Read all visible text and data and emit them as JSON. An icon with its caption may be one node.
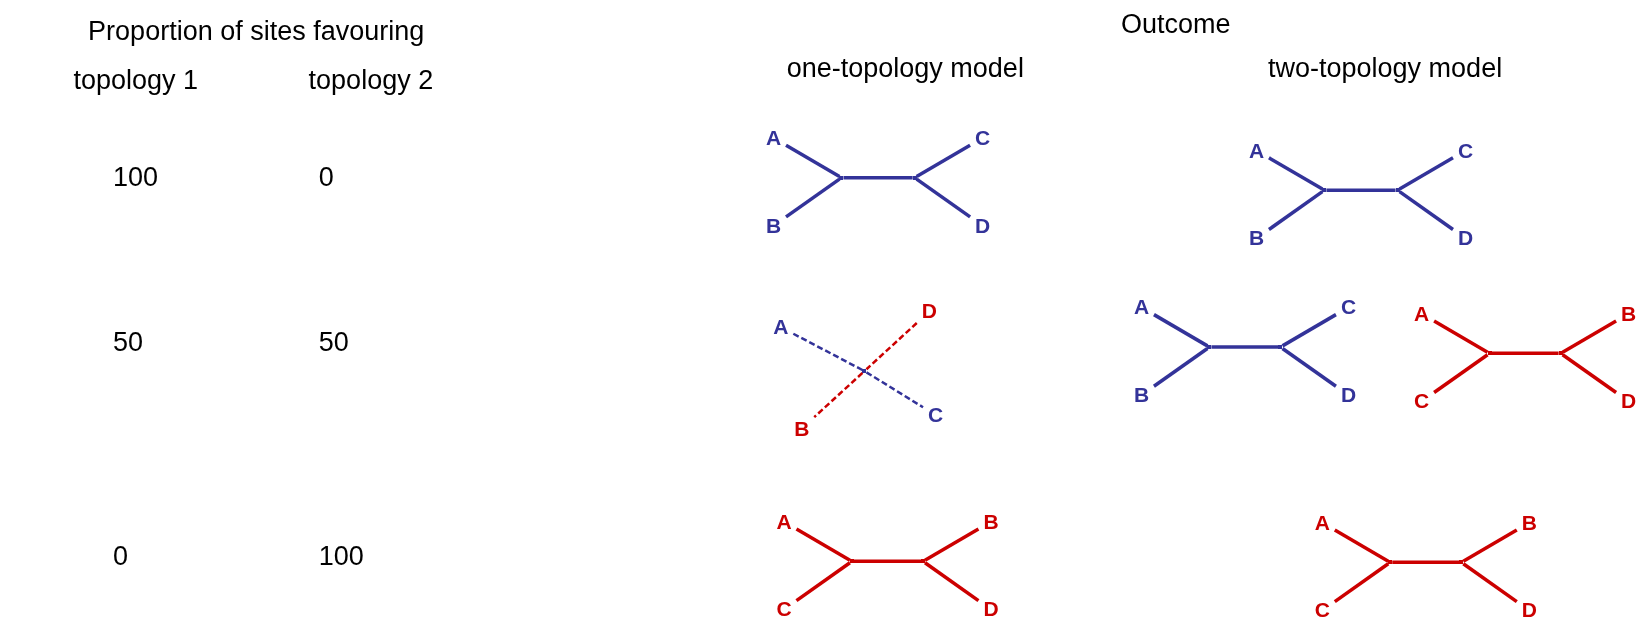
{
  "diagram": {
    "nodes": [
      {
        "text": [
          "A"
        ]
      },
      {
        "text": [
          "B"
        ]
      },
      {
        "text": [],
        "shape": "point"
      },
      {
        "text": [],
        "shape": "point"
      },
      {
        "text": [
          "C"
        ]
      },
      {
        "text": [
          "D"
        ]
      },
      {
        "text": [
          "A"
        ]
      },
      {
        "text": [
          "B"
        ]
      },
      {
        "text": [],
        "shape": "point"
      },
      {
        "text": [],
        "shape": "point"
      },
      {
        "text": [
          "C"
        ]
      },
      {
        "text": [
          "D"
        ]
      },
      {
        "text": [
          "A"
        ]
      },
      {
        "text": [
          "D"
        ]
      },
      {
        "text": [],
        "shape": "point"
      },
      {
        "text": [
          "B"
        ]
      },
      {
        "text": [
          "C"
        ]
      },
      {
        "text": [
          "A"
        ]
      },
      {
        "text": [
          "B"
        ]
      },
      {
        "text": [],
        "shape": "point"
      },
      {
        "text": [],
        "shape": "point"
      },
      {
        "text": [
          "C"
        ]
      },
      {
        "text": [
          "D"
        ]
      },
      {
        "text": [
          "A"
        ]
      },
      {
        "text": [
          "C"
        ]
      },
      {
        "text": [],
        "shape": "point"
      },
      {
        "text": [],
        "shape": "point"
      },
      {
        "text": [
          "B"
        ]
      },
      {
        "text": [
          "D"
        ]
      },
      {
        "text": [
          "A"
        ]
      },
      {
        "text": [
          "C"
        ]
      },
      {
        "text": [],
        "shape": "point"
      },
      {
        "text": [],
        "shape": "point"
      },
      {
        "text": [
          "B"
        ]
      },
      {
        "text": [
          "D"
        ]
      },
      {
        "text": [
          "A"
        ]
      },
      {
        "text": [
          "C"
        ]
      },
      {
        "text": [],
        "shape": "point"
      },
      {
        "text": [],
        "shape": "point"
      },
      {
        "text": [
          "B"
        ]
      },
      {
        "text": [
          "D"
        ]
      }
    ],
    "edges": [
      {
        "from": 0,
        "to": 2,
        "arrow": "none",
        "color": "#333399"
      },
      {
        "from": 1,
        "to": 2,
        "arrow": "none",
        "color": "#333399"
      },
      {
        "from": 2,
        "to": 3,
        "arrow": "none",
        "color": "#333399"
      },
      {
        "from": 3,
        "to": 4,
        "arrow": "none",
        "color": "#333399"
      },
      {
        "from": 3,
        "to": 5,
        "arrow": "none",
        "color": "#333399"
      },
      {
        "from": 6,
        "to": 8,
        "arrow": "none",
        "color": "#333399"
      },
      {
        "from": 7,
        "to": 8,
        "arrow": "none",
        "color": "#333399"
      },
      {
        "from": 8,
        "to": 9,
        "arrow": "none",
        "color": "#333399"
      },
      {
        "from": 9,
        "to": 10,
        "arrow": "none",
        "color": "#333399"
      },
      {
        "from": 9,
        "to": 11,
        "arrow": "none",
        "color": "#333399"
      },
      {
        "from": 12,
        "to": 14,
        "arrow": "none",
        "style": "dashed",
        "color": "#333399"
      },
      {
        "from": 13,
        "to": 14,
        "arrow": "none",
        "style": "dashed",
        "color": "#cc0000"
      },
      {
        "from": 14,
        "to": 15,
        "arrow": "none",
        "style": "dashed",
        "color": "#cc0000"
      },
      {
        "from": 14,
        "to": 16,
        "arrow": "none",
        "style": "dashed",
        "color": "#333399"
      },
      {
        "from": 17,
        "to": 19,
        "arrow": "none",
        "color": "#333399"
      },
      {
        "from": 18,
        "to": 19,
        "arrow": "none",
        "color": "#333399"
      },
      {
        "from": 19,
        "to": 20,
        "arrow": "none",
        "color": "#333399"
      },
      {
        "from": 20,
        "to": 21,
        "arrow": "none",
        "color": "#333399"
      },
      {
        "from": 20,
        "to": 22,
        "arrow": "none",
        "color": "#333399"
      },
      {
        "from": 23,
        "to": 25,
        "arrow": "none",
        "color": "#cc0000"
      },
      {
        "from": 24,
        "to": 25,
        "arrow": "none",
        "color": "#cc0000"
      },
      {
        "from": 25,
        "to": 26,
        "arrow": "none",
        "color": "#cc0000"
      },
      {
        "from": 26,
        "to": 27,
        "arrow": "none",
        "color": "#cc0000"
      },
      {
        "from": 26,
        "to": 28,
        "arrow": "none",
        "color": "#cc0000"
      },
      {
        "from": 29,
        "to": 31,
        "arrow": "none",
        "color": "#cc0000"
      },
      {
        "from": 30,
        "to": 31,
        "arrow": "none",
        "color": "#cc0000"
      },
      {
        "from": 31,
        "to": 32,
        "arrow": "none",
        "color": "#cc0000"
      },
      {
        "from": 32,
        "to": 33,
        "arrow": "none",
        "color": "#cc0000"
      },
      {
        "from": 32,
        "to": 34,
        "arrow": "none",
        "color": "#cc0000"
      },
      {
        "from": 35,
        "to": 37,
        "arrow": "none",
        "color": "#cc0000"
      },
      {
        "from": 36,
        "to": 37,
        "arrow": "none",
        "color": "#cc0000"
      },
      {
        "from": 37,
        "to": 38,
        "arrow": "none",
        "color": "#cc0000"
      },
      {
        "from": 38,
        "to": 39,
        "arrow": "none",
        "color": "#cc0000"
      },
      {
        "from": 38,
        "to": 40,
        "arrow": "none",
        "color": "#cc0000"
      }
    ],
    "labels": [
      "Proportion of sites favouring",
      "Outcome",
      "topology 1",
      "topology 2",
      "one-topology model",
      "two-topology model",
      "100",
      "0",
      "50",
      "50",
      "0",
      "100"
    ]
  }
}
